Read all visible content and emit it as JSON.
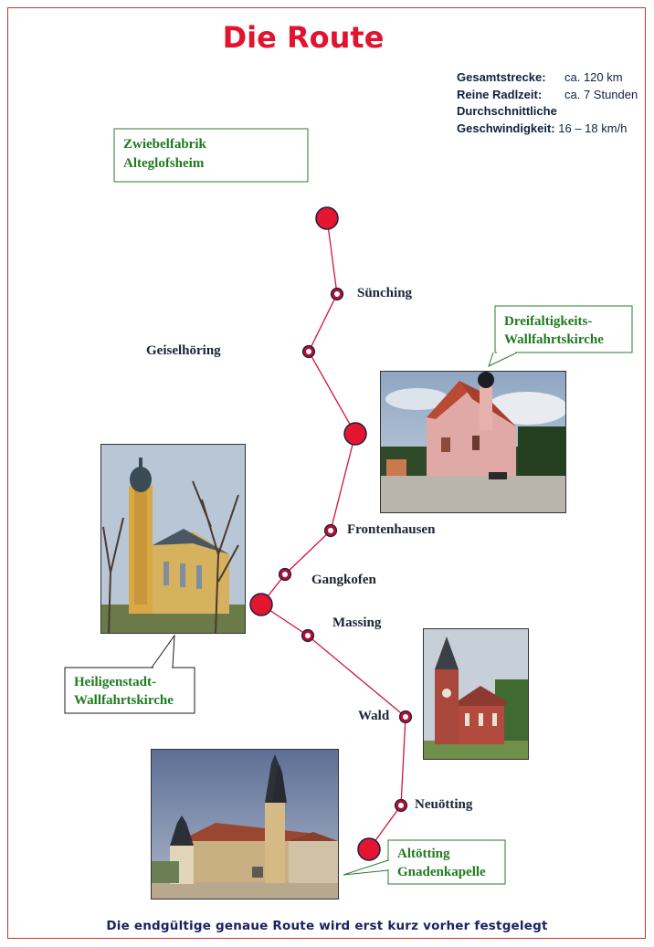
{
  "title": "Die Route",
  "stats": {
    "total_label": "Gesamtstrecke:",
    "total_value": "ca. 120 km",
    "ride_label": "Reine Radlzeit:",
    "ride_value": "ca. 7 Stunden",
    "avg_label_1": "Durchschnittliche",
    "avg_label_2": "Geschwindigkeit:",
    "avg_value": "16 – 18 km/h"
  },
  "towns": {
    "suenching": "Sünching",
    "geiselhoering": "Geiselhöring",
    "frontenhausen": "Frontenhausen",
    "gangkofen": "Gangkofen",
    "massing": "Massing",
    "wald": "Wald",
    "neuoetting": "Neuötting"
  },
  "callouts": {
    "start_1": "Zwiebelfabrik",
    "start_2": "Alteglofsheim",
    "dreifaltigkeit_1": "Dreifaltigkeits-",
    "dreifaltigkeit_2": "Wallfahrtskirche",
    "heiligenstadt_1": "Heiligenstadt-",
    "heiligenstadt_2": "Wallfahrtskirche",
    "altoetting_1": "Altötting",
    "altoetting_2": "Gnadenkapelle"
  },
  "footer": "Die endgültige genaue Route wird erst kurz vorher festgelegt",
  "colors": {
    "title": "#e1132e",
    "route_line": "#d4143a",
    "stop_fill": "#e3152f",
    "stop_outline": "#1b1f4a",
    "callout_text": "#1f7a1f",
    "callout_border": "#1f7a1f"
  }
}
